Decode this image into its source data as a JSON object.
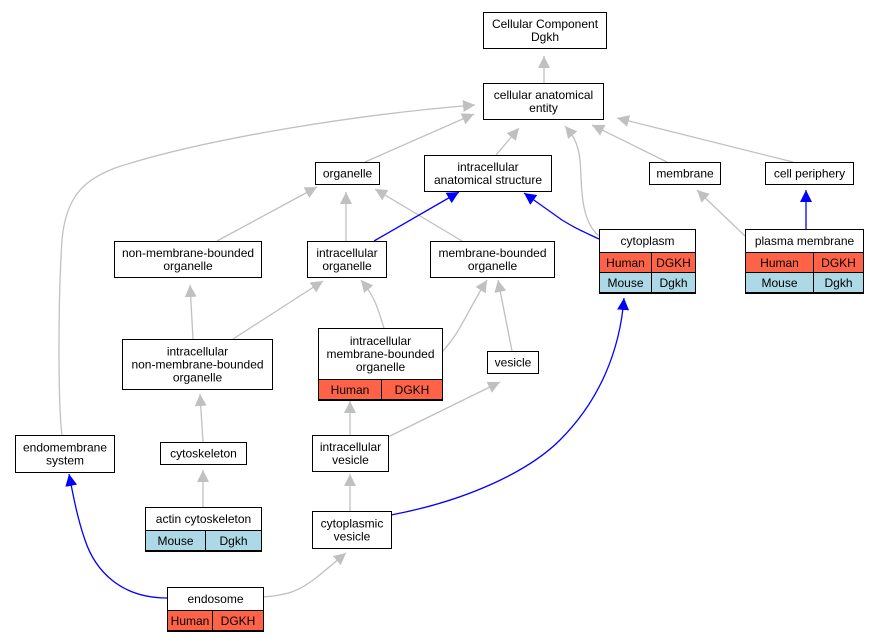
{
  "colors": {
    "edge_default": "#c0c0c0",
    "edge_highlight": "#0000ff",
    "human_cell": "#ff6347",
    "mouse_cell": "#add8e6",
    "node_border": "#000000",
    "node_fill": "#ffffff"
  },
  "nodes": {
    "root": {
      "lines": [
        "Cellular Component",
        "Dgkh"
      ]
    },
    "cae": {
      "lines": [
        "cellular anatomical",
        "entity"
      ]
    },
    "organelle": {
      "lines": [
        "organelle"
      ]
    },
    "ias": {
      "lines": [
        "intracellular",
        "anatomical structure"
      ]
    },
    "membrane": {
      "lines": [
        "membrane"
      ]
    },
    "cellperiphery": {
      "lines": [
        "cell periphery"
      ]
    },
    "nmbo": {
      "lines": [
        "non-membrane-bounded",
        "organelle"
      ]
    },
    "io": {
      "lines": [
        "intracellular",
        "organelle"
      ]
    },
    "mbo": {
      "lines": [
        "membrane-bounded",
        "organelle"
      ]
    },
    "cytoplasm": {
      "lines": [
        "cytoplasm"
      ],
      "rows": [
        [
          "Human",
          "DGKH"
        ],
        [
          "Mouse",
          "Dgkh"
        ]
      ]
    },
    "pm": {
      "lines": [
        "plasma membrane"
      ],
      "rows": [
        [
          "Human",
          "DGKH"
        ],
        [
          "Mouse",
          "Dgkh"
        ]
      ]
    },
    "inmbo": {
      "lines": [
        "intracellular",
        "non-membrane-bounded",
        "organelle"
      ]
    },
    "imbo": {
      "lines": [
        "intracellular",
        "membrane-bounded",
        "organelle"
      ],
      "rows": [
        [
          "Human",
          "DGKH"
        ]
      ]
    },
    "vesicle": {
      "lines": [
        "vesicle"
      ]
    },
    "endomembrane": {
      "lines": [
        "endomembrane",
        "system"
      ]
    },
    "cytoskeleton": {
      "lines": [
        "cytoskeleton"
      ]
    },
    "iv": {
      "lines": [
        "intracellular",
        "vesicle"
      ]
    },
    "actin": {
      "lines": [
        "actin cytoskeleton"
      ],
      "rows": [
        [
          "Mouse",
          "Dgkh"
        ]
      ]
    },
    "cv": {
      "lines": [
        "cytoplasmic",
        "vesicle"
      ]
    },
    "endosome": {
      "lines": [
        "endosome"
      ],
      "rows": [
        [
          "Human",
          "DGKH"
        ]
      ]
    }
  },
  "edges": [
    {
      "from": "cae",
      "to": "root",
      "highlight": false
    },
    {
      "from": "organelle",
      "to": "cae",
      "highlight": false
    },
    {
      "from": "ias",
      "to": "cae",
      "highlight": false
    },
    {
      "from": "membrane",
      "to": "cae",
      "highlight": false
    },
    {
      "from": "cellperiphery",
      "to": "cae",
      "highlight": false
    },
    {
      "from": "cytoplasm",
      "to": "cae",
      "highlight": false
    },
    {
      "from": "endomembrane",
      "to": "cae",
      "highlight": false
    },
    {
      "from": "nmbo",
      "to": "organelle",
      "highlight": false
    },
    {
      "from": "io",
      "to": "organelle",
      "highlight": false
    },
    {
      "from": "mbo",
      "to": "organelle",
      "highlight": false
    },
    {
      "from": "io",
      "to": "ias",
      "highlight": true
    },
    {
      "from": "cytoplasm",
      "to": "ias",
      "highlight": true
    },
    {
      "from": "pm",
      "to": "membrane",
      "highlight": false
    },
    {
      "from": "pm",
      "to": "cellperiphery",
      "highlight": true
    },
    {
      "from": "inmbo",
      "to": "nmbo",
      "highlight": false
    },
    {
      "from": "inmbo",
      "to": "io",
      "highlight": false
    },
    {
      "from": "imbo",
      "to": "io",
      "highlight": false
    },
    {
      "from": "imbo",
      "to": "mbo",
      "highlight": false
    },
    {
      "from": "vesicle",
      "to": "mbo",
      "highlight": false
    },
    {
      "from": "cytoskeleton",
      "to": "inmbo",
      "highlight": false
    },
    {
      "from": "iv",
      "to": "imbo",
      "highlight": false
    },
    {
      "from": "iv",
      "to": "vesicle",
      "highlight": false
    },
    {
      "from": "actin",
      "to": "cytoskeleton",
      "highlight": false
    },
    {
      "from": "cv",
      "to": "iv",
      "highlight": false
    },
    {
      "from": "cv",
      "to": "cytoplasm",
      "highlight": true
    },
    {
      "from": "endosome",
      "to": "cv",
      "highlight": false
    },
    {
      "from": "endosome",
      "to": "endomembrane",
      "highlight": true
    }
  ]
}
